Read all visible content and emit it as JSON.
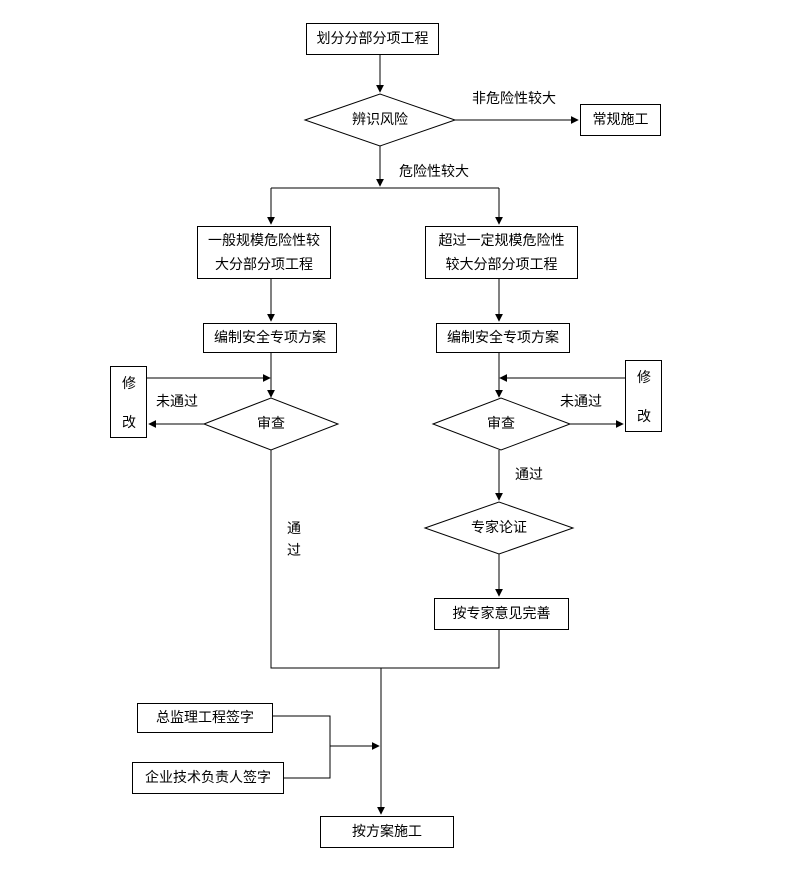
{
  "nodes": {
    "divide": "划分分部分项工程",
    "identify": "辨识风险",
    "normal": "常规施工",
    "general": "一般规模危险性较\n大分部分项工程",
    "over": "超过一定规模危险性\n较大分部分项工程",
    "plan_left": "编制安全专项方案",
    "plan_right": "编制安全专项方案",
    "review_left": "审查",
    "review_right": "审查",
    "modify_left": [
      "修",
      "改"
    ],
    "modify_right": [
      "修",
      "改"
    ],
    "expert_review": "专家论证",
    "improve": "按专家意见完善",
    "supervisor_sign": "总监理工程签字",
    "tech_sign": "企业技术负责人签字",
    "execute": "按方案施工"
  },
  "edge_labels": {
    "not_dangerous": "非危险性较大",
    "dangerous": "危险性较大",
    "fail_left": "未通过",
    "fail_right": "未通过",
    "pass_left": [
      "通",
      "过"
    ],
    "pass_right": "通过"
  }
}
